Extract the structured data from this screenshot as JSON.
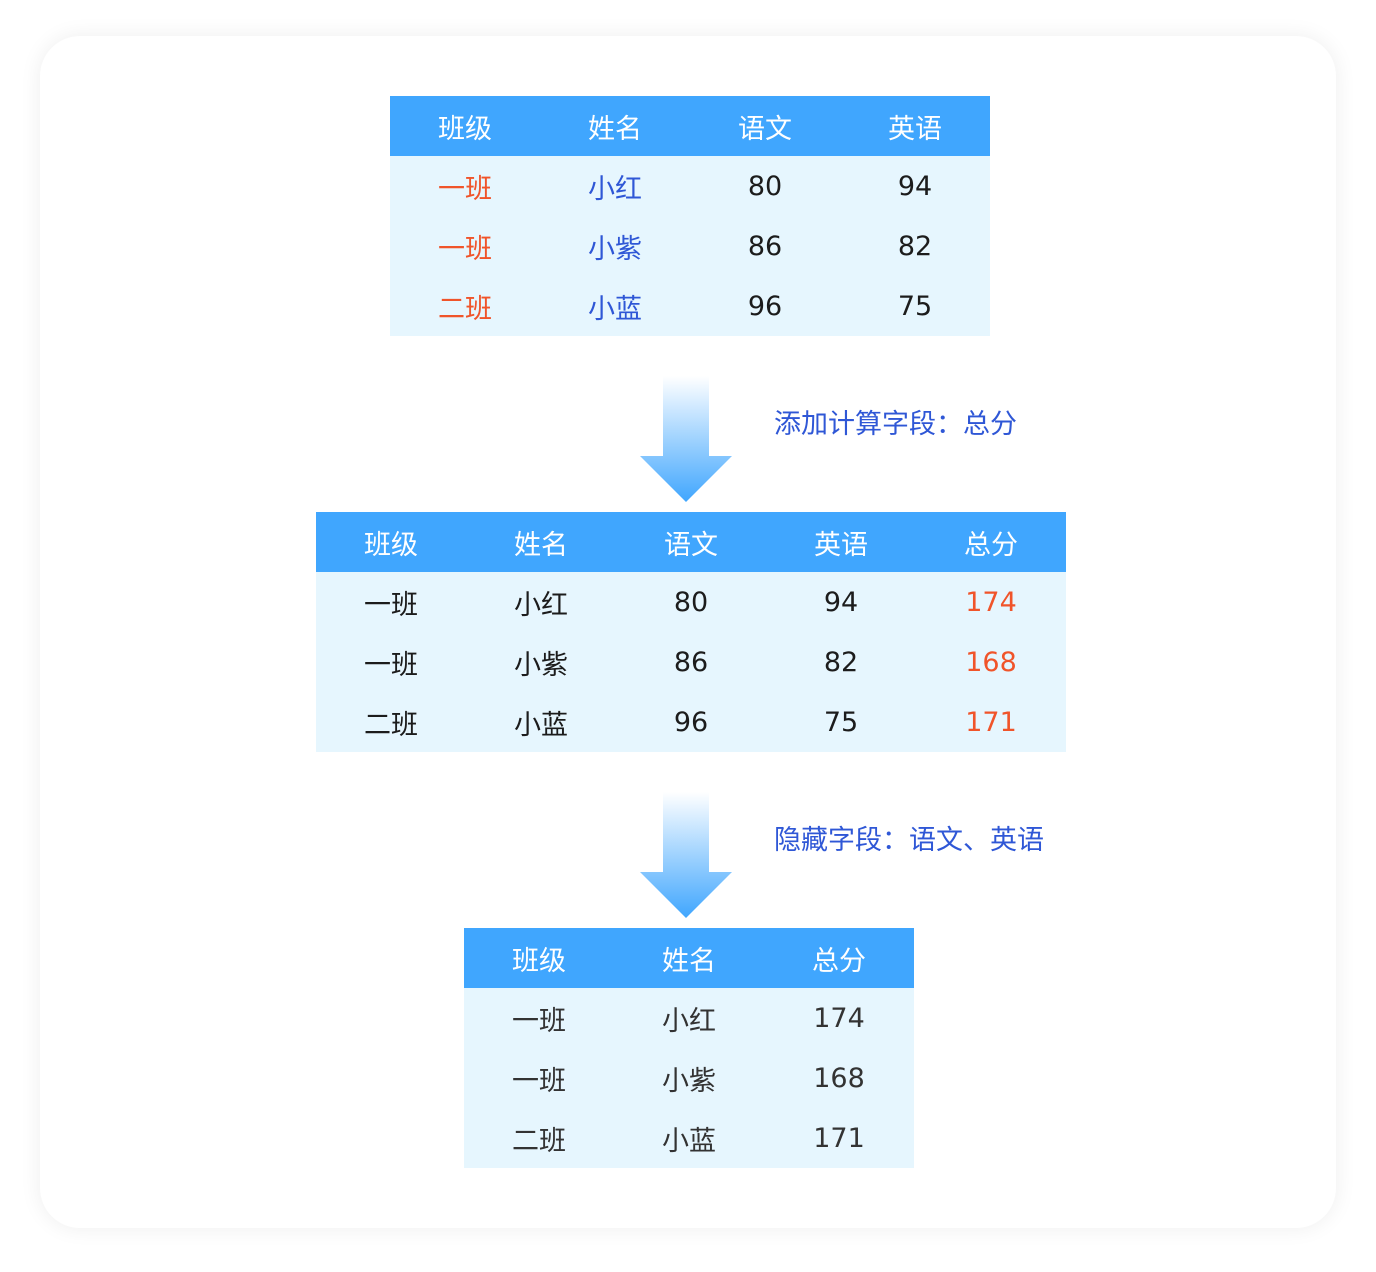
{
  "table1": {
    "headers": [
      "班级",
      "姓名",
      "语文",
      "英语"
    ],
    "rows": [
      [
        "一班",
        "小红",
        "80",
        "94"
      ],
      [
        "一班",
        "小紫",
        "86",
        "82"
      ],
      [
        "二班",
        "小蓝",
        "96",
        "75"
      ]
    ]
  },
  "step1": {
    "label": "添加计算字段：总分"
  },
  "table2": {
    "headers": [
      "班级",
      "姓名",
      "语文",
      "英语",
      "总分"
    ],
    "rows": [
      [
        "一班",
        "小红",
        "80",
        "94",
        "174"
      ],
      [
        "一班",
        "小紫",
        "86",
        "82",
        "168"
      ],
      [
        "二班",
        "小蓝",
        "96",
        "75",
        "171"
      ]
    ]
  },
  "step2": {
    "label": "隐藏字段：语文、英语"
  },
  "table3": {
    "headers": [
      "班级",
      "姓名",
      "总分"
    ],
    "rows": [
      [
        "一班",
        "小红",
        "174"
      ],
      [
        "一班",
        "小紫",
        "168"
      ],
      [
        "二班",
        "小蓝",
        "171"
      ]
    ]
  },
  "colors": {
    "header_bg": "#40a6fe",
    "body_bg": "#e6f6fe",
    "highlight_red": "#f0542a",
    "highlight_blue": "#2f57d6"
  }
}
